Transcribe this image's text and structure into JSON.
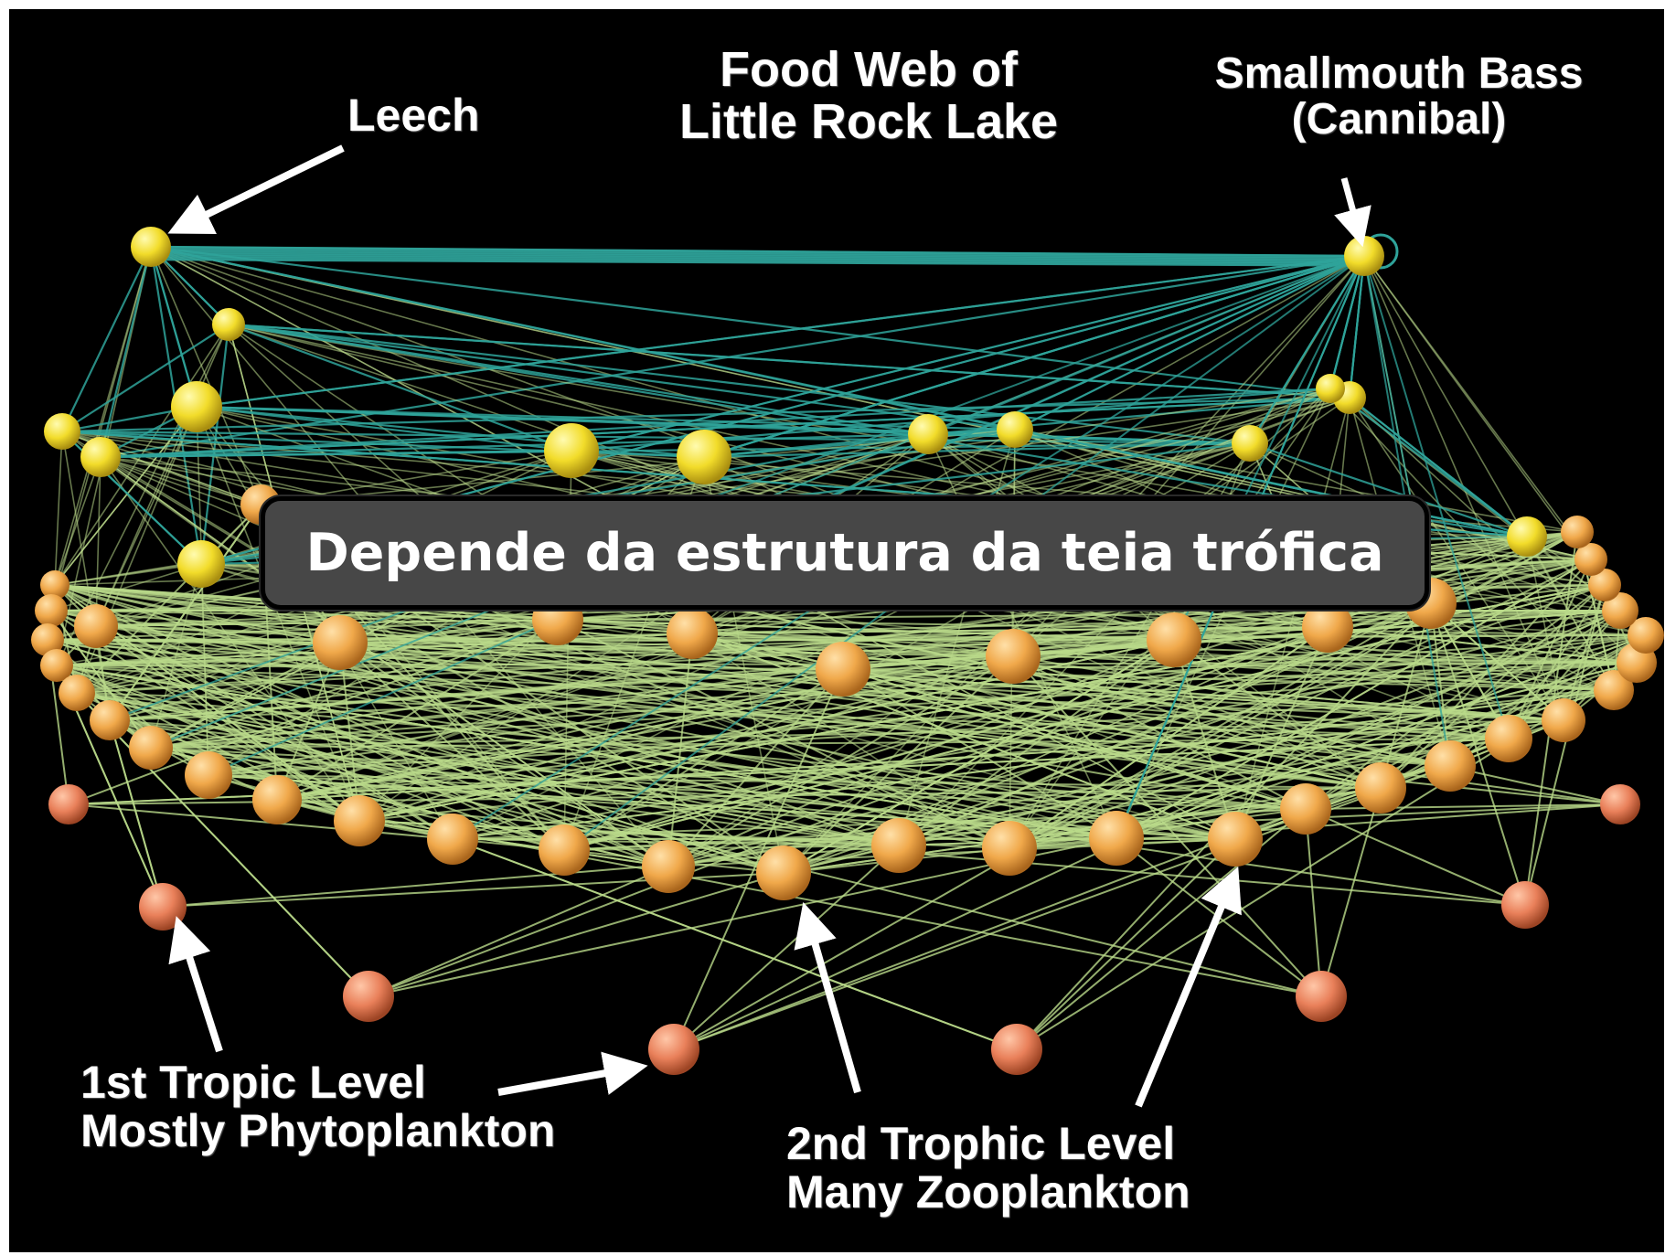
{
  "diagram": {
    "title_lines": [
      "Food Web of",
      "Little Rock Lake"
    ],
    "labels": {
      "leech": "Leech",
      "bass_lines": [
        "Smallmouth Bass",
        "(Cannibal)"
      ],
      "level1_lines": [
        "1st Tropic Level",
        "Mostly Phytoplankton"
      ],
      "level2_lines": [
        "2nd Trophic Level",
        "Many Zooplankton"
      ]
    },
    "banner": "Depende da estrutura da teia trófica",
    "colors": {
      "background": "#000000",
      "top_links": "#2fa39a",
      "lower_links": "#b9d98a",
      "node_top": "#f2dc2a",
      "node_mid": "#f0a84a",
      "node_bottom": "#e9805a",
      "banner_bg": "#474747"
    }
  }
}
